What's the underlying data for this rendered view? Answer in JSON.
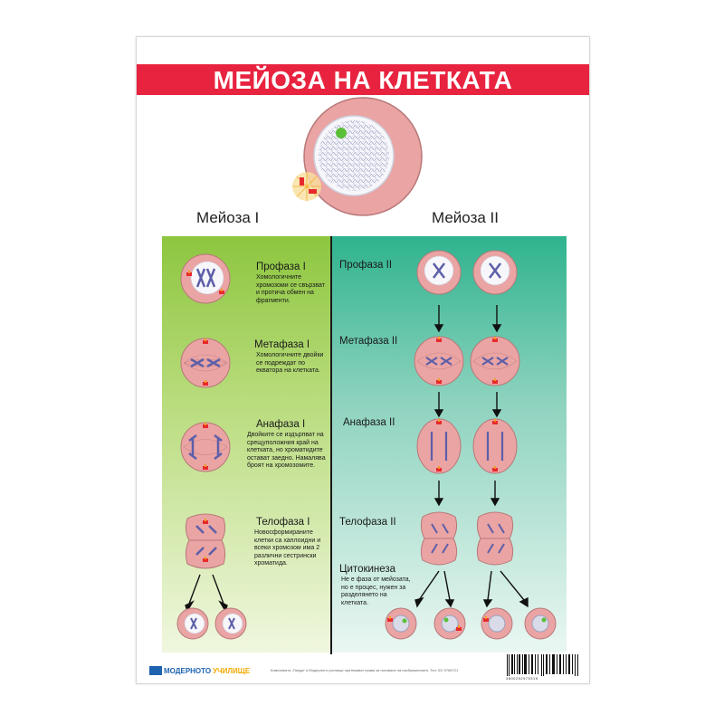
{
  "title": "МЕЙОЗА НА КЛЕТКАТА",
  "sections": {
    "meiosis1": "Мейоза I",
    "meiosis2": "Мейоза II"
  },
  "meiosis1_stages": [
    {
      "title": "Профаза I",
      "desc": "Хомологичните хромозоми се свързват и протича обмен на фрагменти."
    },
    {
      "title": "Метафаза I",
      "desc": "Хомологичните двойки се подреждат по екватора на клетката."
    },
    {
      "title": "Анафаза I",
      "desc": "Двойките се издърпват на срещуположния край на клетката, но хроматидите остават заедно. Намалява броят на хромозомите."
    },
    {
      "title": "Телофаза I",
      "desc": "Новосформираните клетки са хаплоидни и всеки хромозом има 2 различни сестрински хроматида."
    }
  ],
  "meiosis2_stages": [
    {
      "title": "Профаза II"
    },
    {
      "title": "Метафаза II"
    },
    {
      "title": "Анафаза II"
    },
    {
      "title": "Телофаза II"
    }
  ],
  "cytokinesis": {
    "title": "Цитокинеза",
    "desc": "Не е фаза от мейозата, но е процес, нужен за разделянето на клетката."
  },
  "footer": {
    "logo_part1": "МОДЕРНОТО",
    "logo_part2": "УЧИЛИЩЕ",
    "note": "Компанията „Панда“ и Модерното училище притежават права за ползване на изображенията. Тел: 02/ 9766721",
    "barcode_number": "3800252975315"
  },
  "colors": {
    "banner": "#e8233f",
    "meiosis1_panel": "#8dc63f",
    "meiosis2_panel": "#2fb38e",
    "cell": "#eaa4a4",
    "chromosome": "#5d5fa8",
    "centriole": "#e8292c"
  }
}
